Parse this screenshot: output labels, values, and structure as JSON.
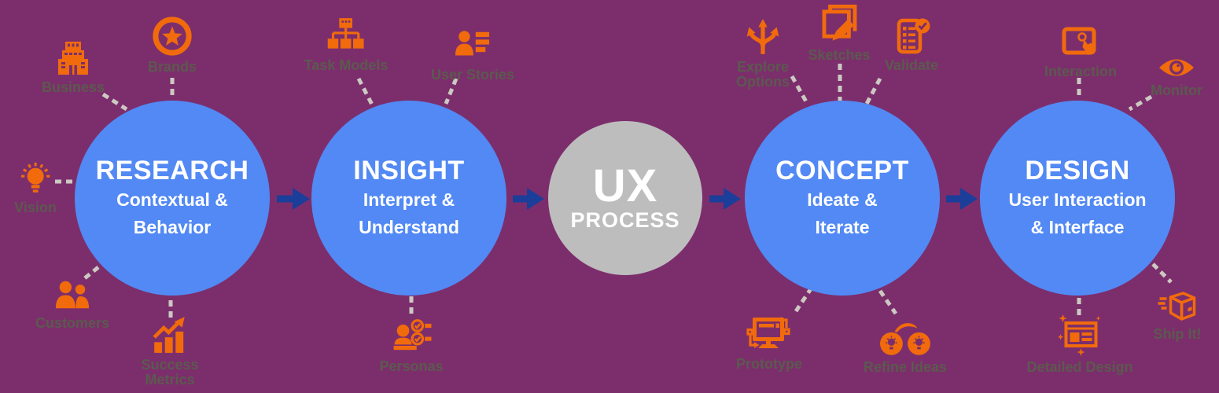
{
  "title": "UX Process Diagram",
  "colors": {
    "background": "#7C2E6C",
    "stage_circle_blue": "#5289F4",
    "stage_circle_gray": "#BDBDBD",
    "flow_arrow": "#1A3E99",
    "icon_orange": "#F16B0C",
    "satellite_label": "#5C594F",
    "connector_dash": "#CCC9C3",
    "circle_text": "#FFFFFF"
  },
  "stages": [
    {
      "id": "research",
      "title": "RESEARCH",
      "subtitle_lines": [
        "Contextual &",
        "Behavior"
      ]
    },
    {
      "id": "insight",
      "title": "INSIGHT",
      "subtitle_lines": [
        "Interpret &",
        "Understand"
      ]
    },
    {
      "id": "ux",
      "title": "UX",
      "subtitle_lines": [
        "PROCESS"
      ]
    },
    {
      "id": "concept",
      "title": "CONCEPT",
      "subtitle_lines": [
        "Ideate &",
        "Iterate"
      ]
    },
    {
      "id": "design",
      "title": "DESIGN",
      "subtitle_lines": [
        "User Interaction",
        "& Interface"
      ]
    }
  ],
  "satellites": [
    {
      "label": "Business",
      "icon": "building-icon",
      "stage": "research"
    },
    {
      "label": "Brands",
      "icon": "star-badge-icon",
      "stage": "research"
    },
    {
      "label": "Vision",
      "icon": "lightbulb-icon",
      "stage": "research"
    },
    {
      "label": "Customers",
      "icon": "people-icon",
      "stage": "research"
    },
    {
      "label": "Success Metrics",
      "icon": "growth-chart-icon",
      "stage": "research"
    },
    {
      "label": "Task Models",
      "icon": "org-chart-icon",
      "stage": "insight"
    },
    {
      "label": "User Stories",
      "icon": "user-list-icon",
      "stage": "insight"
    },
    {
      "label": "Personas",
      "icon": "persona-checklist-icon",
      "stage": "insight"
    },
    {
      "label": "Explore Options",
      "icon": "branching-arrows-icon",
      "stage": "concept"
    },
    {
      "label": "Sketches",
      "icon": "sketch-pad-icon",
      "stage": "concept"
    },
    {
      "label": "Validate",
      "icon": "validate-checklist-icon",
      "stage": "concept"
    },
    {
      "label": "Prototype",
      "icon": "prototype-monitor-icon",
      "stage": "concept"
    },
    {
      "label": "Refine Ideas",
      "icon": "refine-ideas-icon",
      "stage": "concept"
    },
    {
      "label": "Interaction",
      "icon": "touch-screen-icon",
      "stage": "design"
    },
    {
      "label": "Monitor",
      "icon": "eye-icon",
      "stage": "design"
    },
    {
      "label": "Detailed Design",
      "icon": "detailed-design-icon",
      "stage": "design"
    },
    {
      "label": "Ship It!",
      "icon": "ship-box-icon",
      "stage": "design"
    }
  ]
}
